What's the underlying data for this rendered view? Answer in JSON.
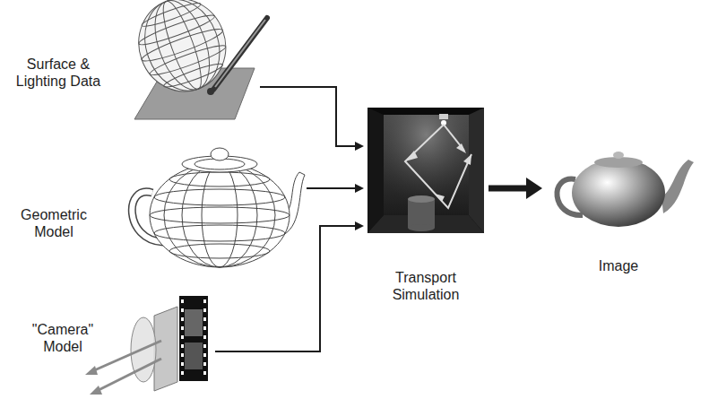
{
  "diagram": {
    "nodes": [
      {
        "text": [
          "Surface & Lighting Data"
        ]
      },
      {
        "text": [
          "Geometric Model"
        ]
      },
      {
        "text": [
          "\"Camera\" Model"
        ]
      },
      {
        "text": [
          "Transport Simulation"
        ]
      },
      {
        "text": [
          "Image"
        ]
      }
    ],
    "edges": [
      {
        "from": 0,
        "to": 3,
        "arrow": "to"
      },
      {
        "from": 1,
        "to": 3,
        "arrow": "to"
      },
      {
        "from": 2,
        "to": 3,
        "arrow": "to"
      },
      {
        "from": 3,
        "to": 4,
        "arrow": "to"
      }
    ]
  }
}
